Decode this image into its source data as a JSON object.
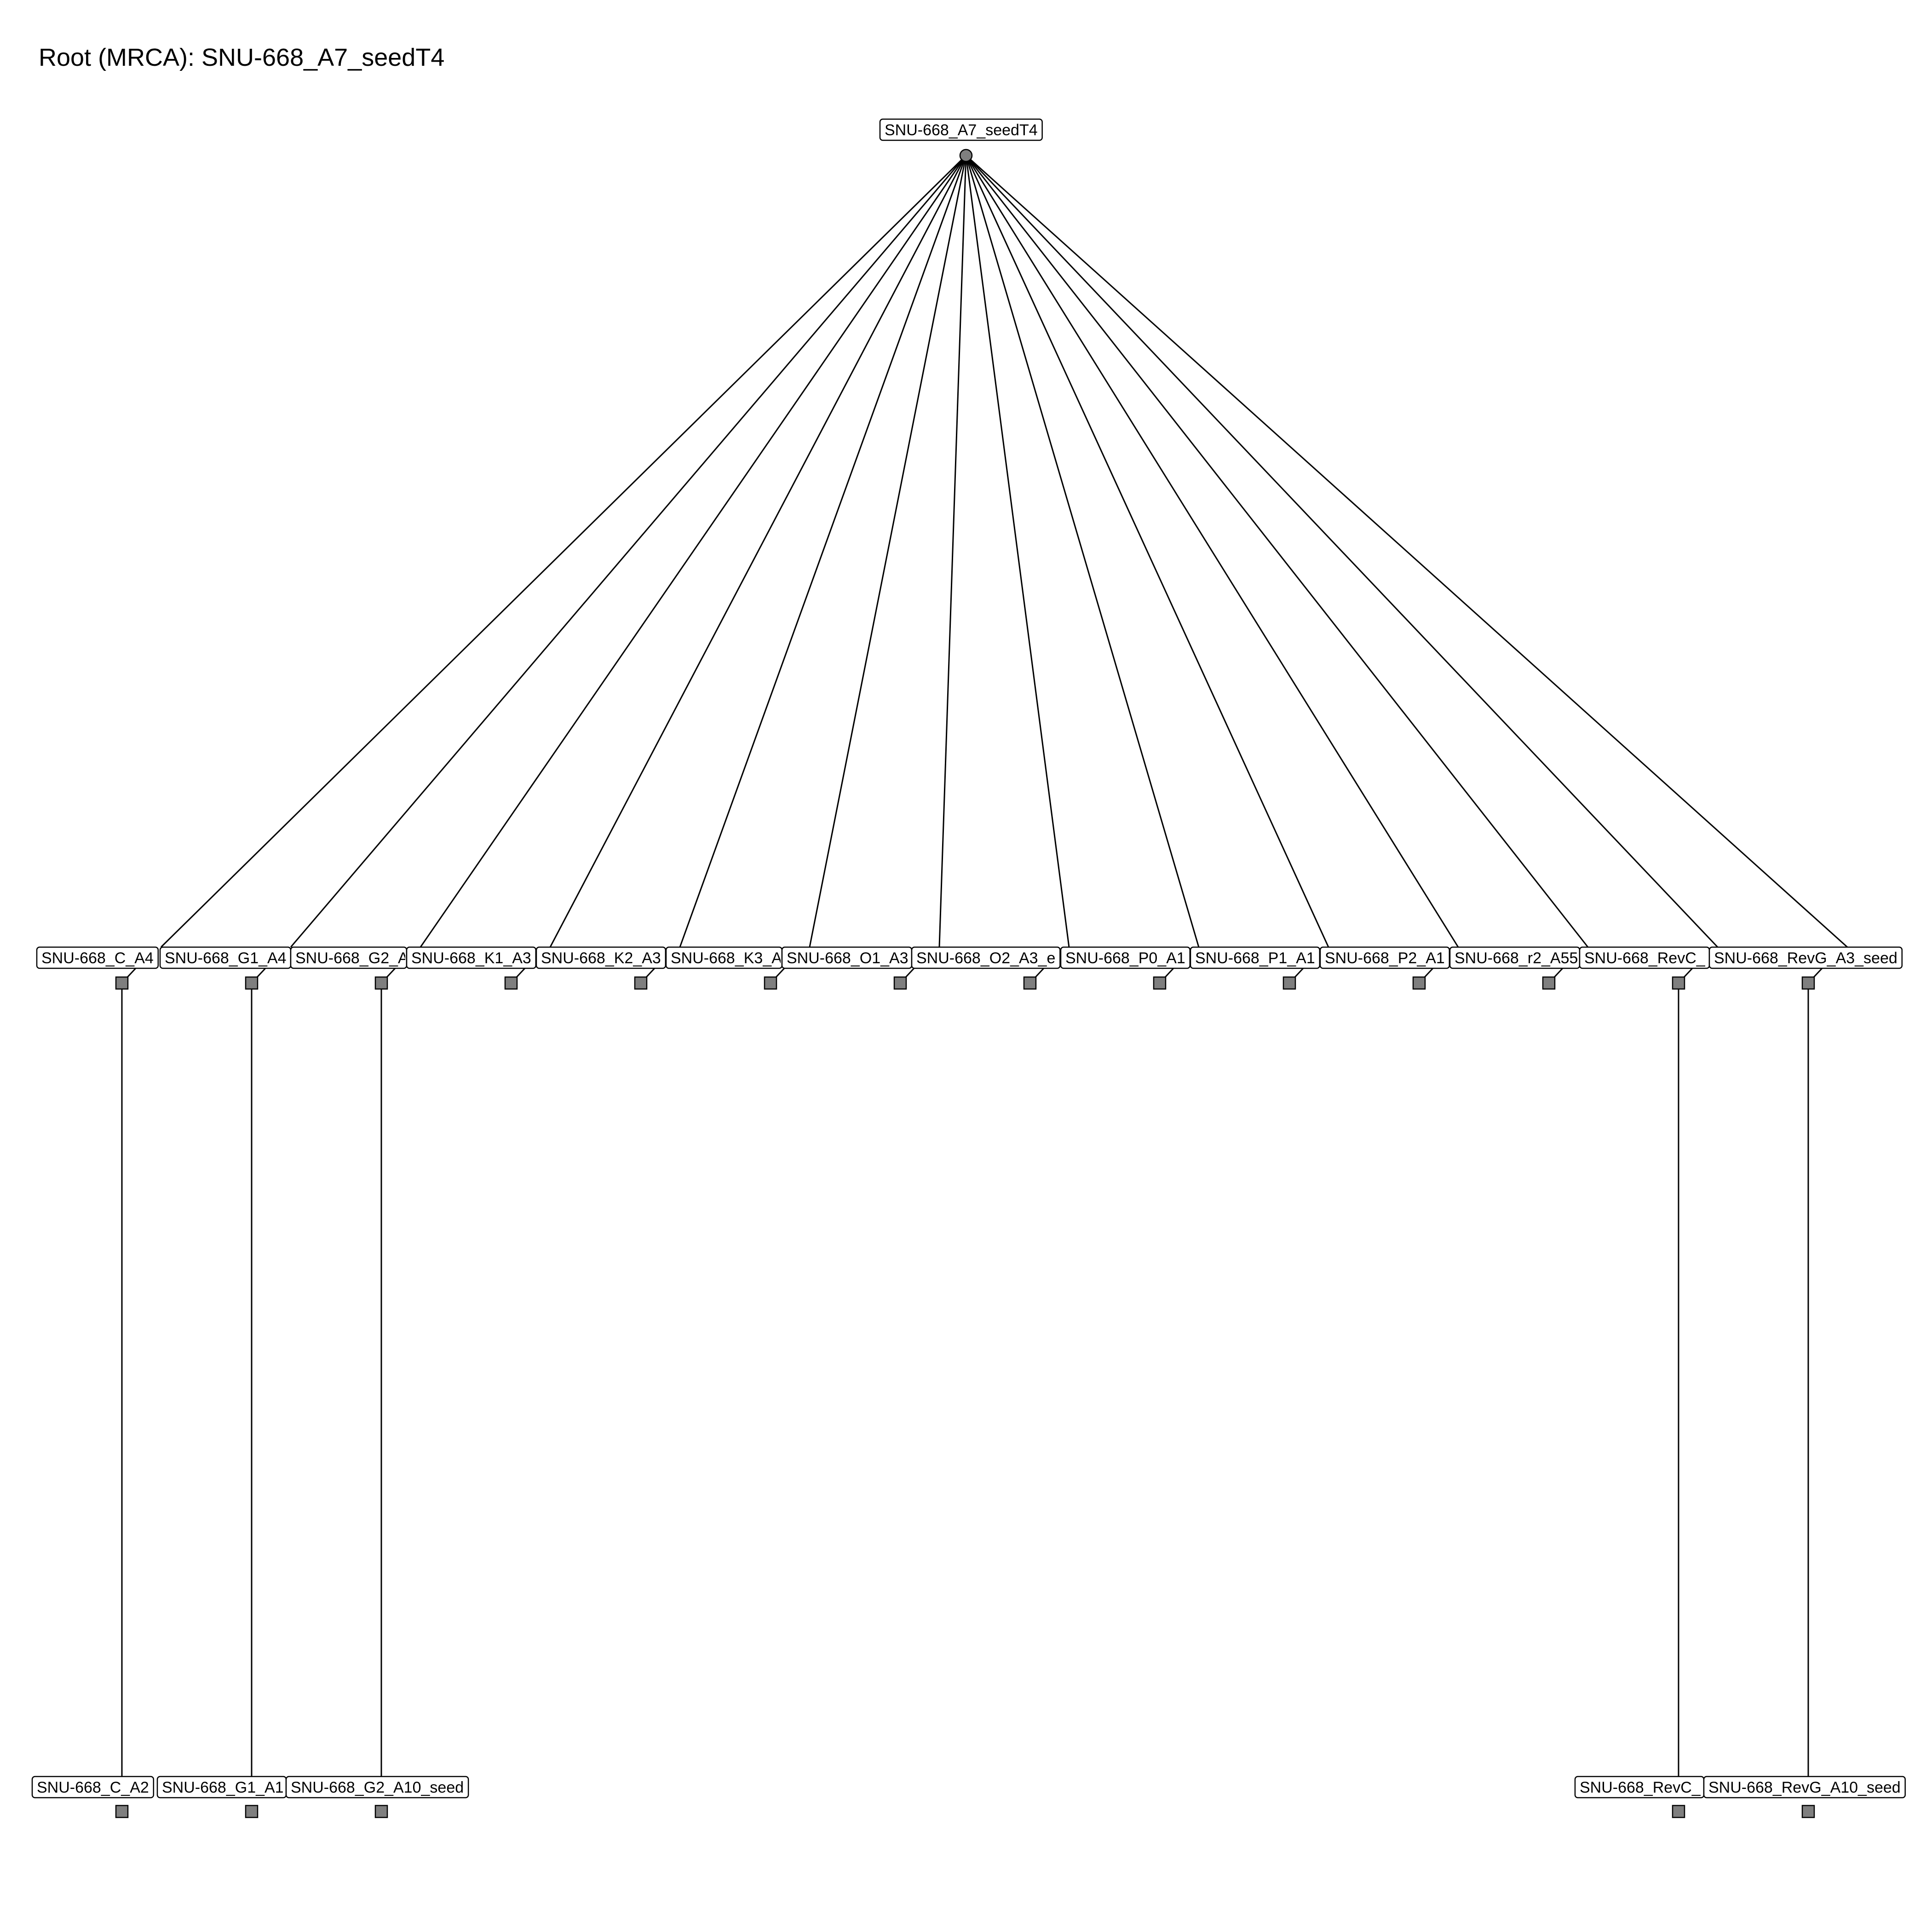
{
  "title": "Root (MRCA): SNU-668_A7_seedT4",
  "colors": {
    "node_fill": "#7f7f7f",
    "node_stroke": "#000000",
    "edge": "#000000",
    "label_bg": "#ffffff",
    "label_border": "#000000"
  },
  "tree": {
    "root": {
      "label": "SNU-668_A7_seedT4",
      "shape": "circle"
    },
    "children": [
      {
        "label": "SNU-668_C_A4",
        "shape": "square",
        "children": [
          {
            "label": "SNU-668_C_A2",
            "shape": "square"
          }
        ]
      },
      {
        "label": "SNU-668_G1_A4",
        "shape": "square",
        "children": [
          {
            "label": "SNU-668_G1_A1",
            "shape": "square"
          }
        ]
      },
      {
        "label": "SNU-668_G2_A",
        "shape": "square",
        "children": [
          {
            "label": "SNU-668_G2_A10_seed",
            "shape": "square"
          }
        ]
      },
      {
        "label": "SNU-668_K1_A3",
        "shape": "square"
      },
      {
        "label": "SNU-668_K2_A3",
        "shape": "square"
      },
      {
        "label": "SNU-668_K3_A",
        "shape": "square"
      },
      {
        "label": "SNU-668_O1_A3",
        "shape": "square"
      },
      {
        "label": "SNU-668_O2_A3_e",
        "shape": "square"
      },
      {
        "label": "SNU-668_P0_A1",
        "shape": "square"
      },
      {
        "label": "SNU-668_P1_A1",
        "shape": "square"
      },
      {
        "label": "SNU-668_P2_A1",
        "shape": "square"
      },
      {
        "label": "SNU-668_r2_A55",
        "shape": "square"
      },
      {
        "label": "SNU-668_RevC_",
        "shape": "square",
        "children": [
          {
            "label": "SNU-668_RevC_",
            "shape": "square"
          }
        ]
      },
      {
        "label": "SNU-668_RevG_A3_seed",
        "shape": "square",
        "children": [
          {
            "label": "SNU-668_RevG_A10_seed",
            "shape": "square"
          }
        ]
      }
    ]
  }
}
